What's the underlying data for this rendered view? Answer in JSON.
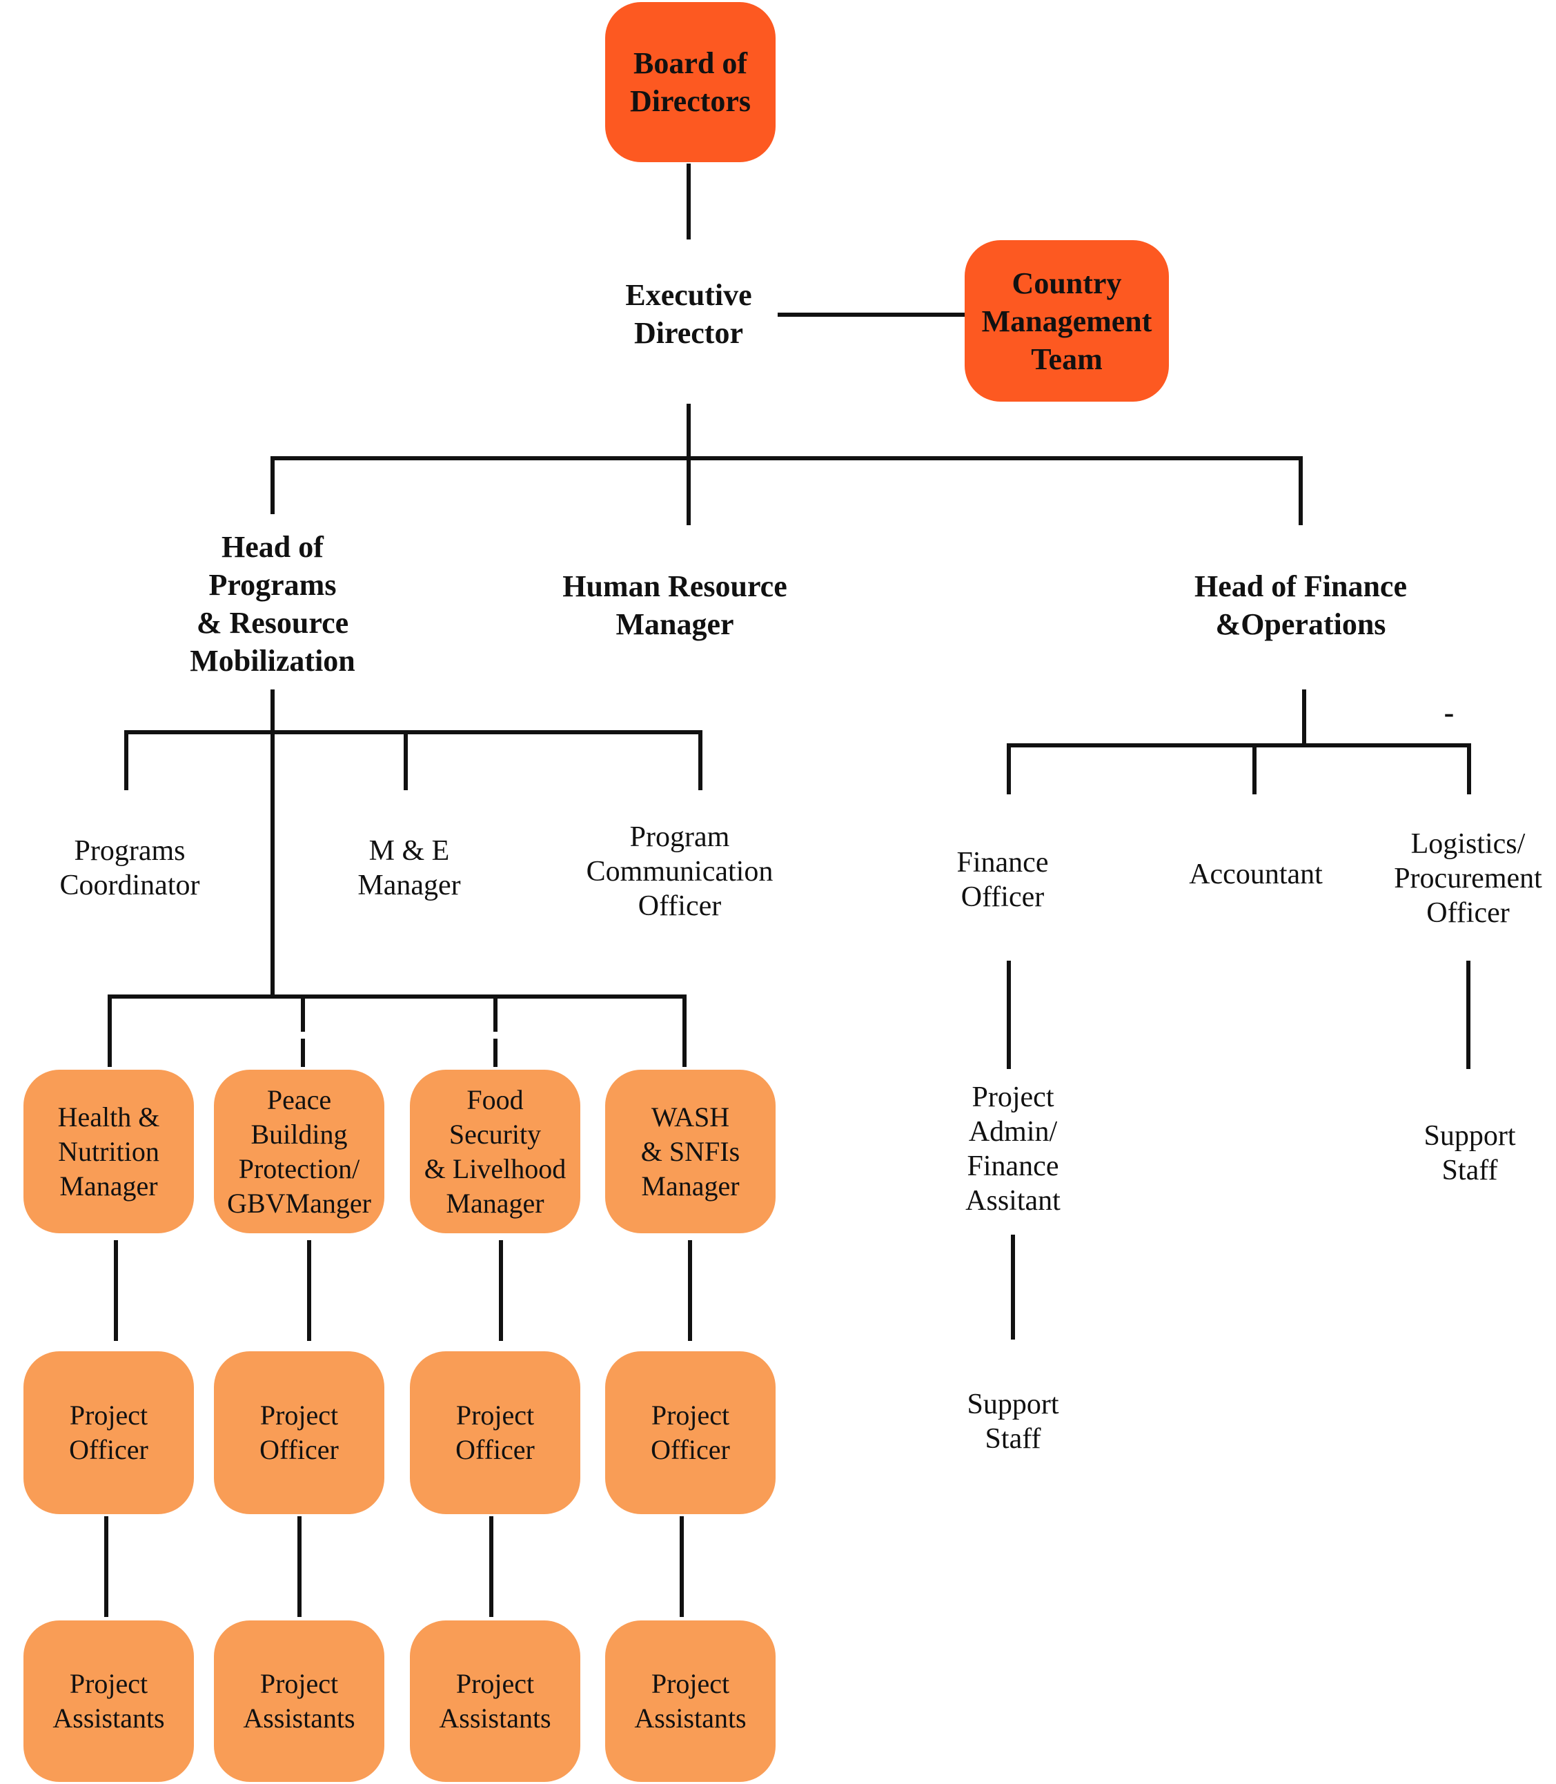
{
  "colors": {
    "top_box": "#fd5921",
    "unit_box": "#f99d56",
    "line": "#111111"
  },
  "board": {
    "label": "Board of\nDirectors"
  },
  "executive": {
    "label": "Executive\nDirector"
  },
  "cmt": {
    "label": "Country\nManagement\nTeam"
  },
  "head_programs": {
    "label": "Head of\nPrograms\n& Resource\nMobilization"
  },
  "hr_manager": {
    "label": "Human Resource\nManager"
  },
  "head_finance": {
    "label": "Head of Finance\n&Operations"
  },
  "dash": "-",
  "programs_staff": [
    {
      "label": "Programs\nCoordinator"
    },
    {
      "label": "M & E\nManager"
    },
    {
      "label": "Program\nCommunication\nOfficer"
    }
  ],
  "finance_staff": [
    {
      "label": "Finance\nOfficer"
    },
    {
      "label": "Accountant"
    },
    {
      "label": "Logistics/\nProcurement\nOfficer"
    }
  ],
  "finance_chain": [
    {
      "label": "Project\nAdmin/\nFinance\nAssitant"
    },
    {
      "label": "Support\nStaff"
    }
  ],
  "logistics_chain": [
    {
      "label": "Support\nStaff"
    }
  ],
  "sectors": [
    {
      "manager": "Health &\nNutrition\nManager",
      "officer": "Project\nOfficer",
      "assistants": "Project\nAssistants"
    },
    {
      "manager": "Peace\nBuilding\nProtection/\nGBVManger",
      "officer": "Project\nOfficer",
      "assistants": "Project\nAssistants"
    },
    {
      "manager": "Food\nSecurity\n& Livelhood\nManager",
      "officer": "Project\nOfficer",
      "assistants": "Project\nAssistants"
    },
    {
      "manager": "WASH\n& SNFIs\nManager",
      "officer": "Project\nOfficer",
      "assistants": "Project\nAssistants"
    }
  ]
}
